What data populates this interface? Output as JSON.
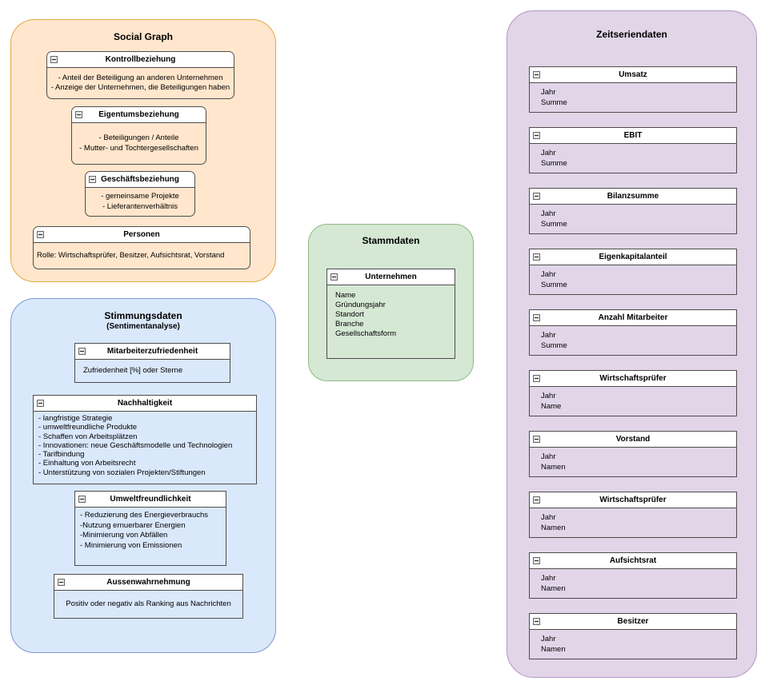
{
  "palette": {
    "social_fill": "#FFE6CC",
    "social_stroke": "#E0A943",
    "stimmung_fill": "#DAE8FC",
    "stimmung_stroke": "#7C99CC",
    "stamm_fill": "#D5E8D4",
    "stamm_stroke": "#8EB985",
    "zeit_fill": "#E1D5E7",
    "zeit_stroke": "#B095C4",
    "box_stroke": "#4D4D4D",
    "box_header_fill": "#FFFFFF",
    "text": "#000000"
  },
  "icons": {
    "collapse": "minus-square"
  },
  "containers": {
    "social": {
      "title": "Social Graph",
      "boxes": {
        "kontroll": {
          "title": "Kontrollbeziehung",
          "lines": [
            "- Anteil der Beteiligung an anderen Unternehmen",
            "- Anzeige der Unternehmen, die Beteiligungen haben"
          ]
        },
        "eigentum": {
          "title": "Eigentumsbeziehung",
          "lines": [
            "- Beteiligungen / Anteile",
            "- Mutter- und Tochtergesellschaften"
          ]
        },
        "geschaeft": {
          "title": "Geschäftsbeziehung",
          "lines": [
            "- gemeinsame Projekte",
            "- Lieferantenverhältnis"
          ]
        },
        "personen": {
          "title": "Personen",
          "lines": [
            "Rolle: Wirtschaftsprüfer, Besitzer, Aufsichtsrat, Vorstand"
          ]
        }
      }
    },
    "stimmung": {
      "title": "Stimmungsdaten",
      "subtitle": "(Sentimentanalyse)",
      "boxes": {
        "mitarbeiter": {
          "title": "Mitarbeiterzufriedenheit",
          "lines": [
            "Zufriedenheit [%] oder Sterne"
          ]
        },
        "nachhaltigkeit": {
          "title": "Nachhaltigkeit",
          "lines": [
            "- langfristige Strategie",
            "- umweltfreundliche Produkte",
            "- Schaffen von Arbeitsplätzen",
            "- Innovationen: neue Geschäftsmodelle und Technologien",
            "- Tarifbindung",
            "- Einhaltung von Arbeitsrecht",
            "- Unterstützung von sozialen Projekten/Stiftungen"
          ]
        },
        "umwelt": {
          "title": "Umweltfreundlichkeit",
          "lines": [
            "- Reduzierung des Energieverbrauchs",
            "-Nutzung ernuerbarer Energien",
            "-Minimierung von Abfällen",
            "- Minimierung von Emissionen"
          ]
        },
        "aussen": {
          "title": "Aussenwahrnehmung",
          "lines": [
            "Positiv oder negativ als Ranking aus Nachrichten"
          ]
        }
      }
    },
    "stamm": {
      "title": "Stammdaten",
      "boxes": {
        "unternehmen": {
          "title": "Unternehmen",
          "lines": [
            "Name",
            "Gründungsjahr",
            "Standort",
            "Branche",
            "Gesellschaftsform"
          ]
        }
      }
    },
    "zeit": {
      "title": "Zeitseriendaten",
      "boxes": [
        {
          "title": "Umsatz",
          "lines": [
            "Jahr",
            "Summe"
          ]
        },
        {
          "title": "EBIT",
          "lines": [
            "Jahr",
            "Summe"
          ]
        },
        {
          "title": "Bilanzsumme",
          "lines": [
            "Jahr",
            "Summe"
          ]
        },
        {
          "title": "Eigenkapitalanteil",
          "lines": [
            "Jahr",
            "Summe"
          ]
        },
        {
          "title": "Anzahl Mitarbeiter",
          "lines": [
            "Jahr",
            "Summe"
          ]
        },
        {
          "title": "Wirtschaftsprüfer",
          "lines": [
            "Jahr",
            "Name"
          ]
        },
        {
          "title": "Vorstand",
          "lines": [
            "Jahr",
            "Namen"
          ]
        },
        {
          "title": "Wirtschaftsprüfer",
          "lines": [
            "Jahr",
            "Namen"
          ]
        },
        {
          "title": "Aufsichtsrat",
          "lines": [
            "Jahr",
            "Namen"
          ]
        },
        {
          "title": "Besitzer",
          "lines": [
            "Jahr",
            "Namen"
          ]
        }
      ]
    }
  }
}
